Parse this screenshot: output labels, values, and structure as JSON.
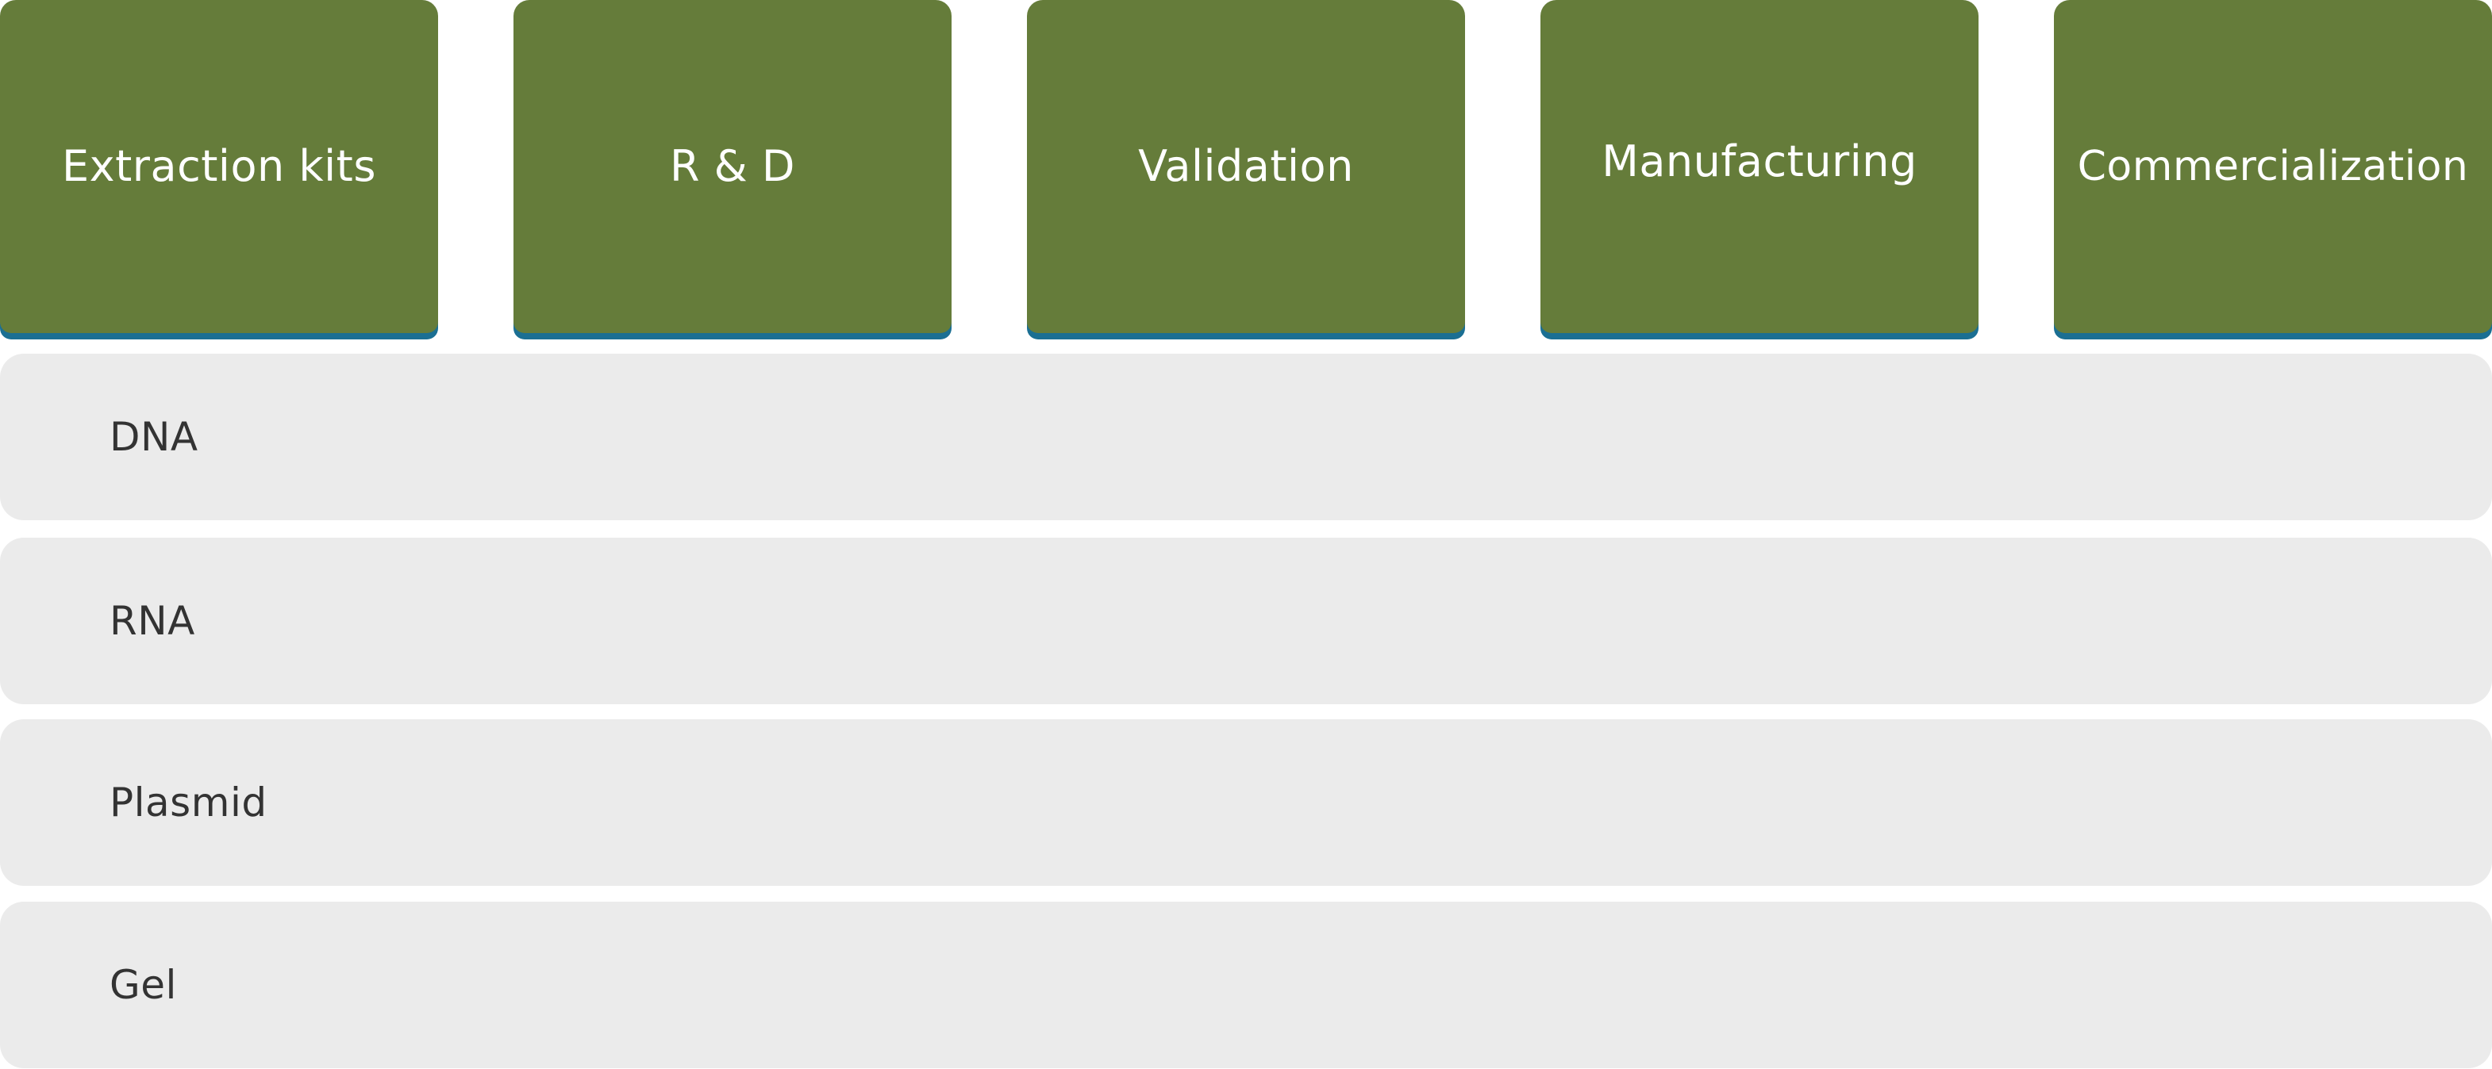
{
  "stages": [
    {
      "label": "Extraction kits"
    },
    {
      "label": "R & D"
    },
    {
      "label": "Validation"
    },
    {
      "label": "Manufacturing"
    },
    {
      "label": "Commercialization"
    }
  ],
  "kits": [
    {
      "label": "DNA"
    },
    {
      "label": "RNA"
    },
    {
      "label": "Plasmid"
    },
    {
      "label": "Gel"
    }
  ],
  "colors": {
    "tab_fill": "#657c3a",
    "tab_underline": "#1b6f93",
    "row_fill": "#ebebeb",
    "row_text": "#333333",
    "tab_text": "#ffffff"
  }
}
